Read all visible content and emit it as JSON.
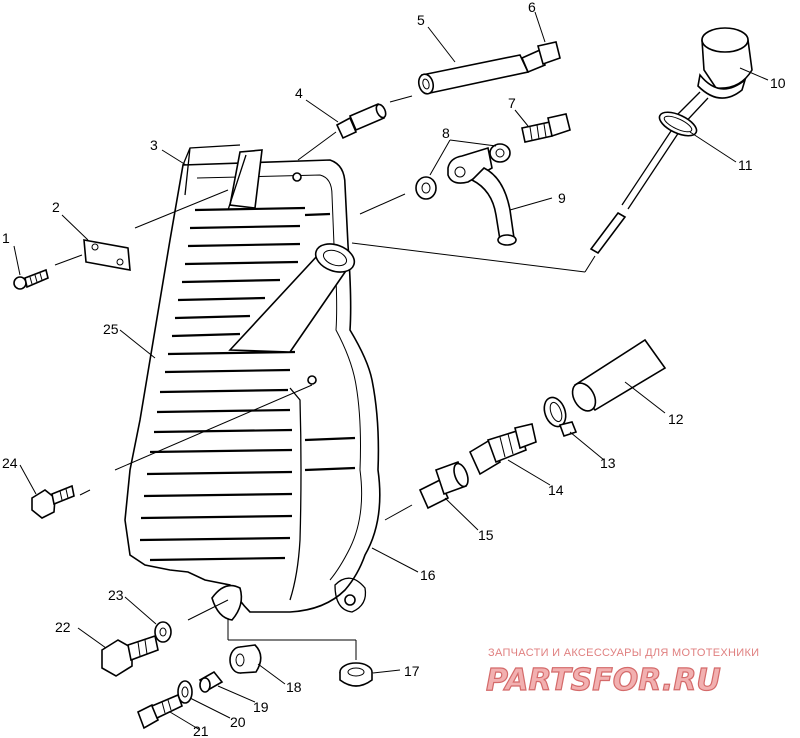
{
  "callouts": [
    {
      "id": "1",
      "label": "1"
    },
    {
      "id": "2",
      "label": "2"
    },
    {
      "id": "3",
      "label": "3"
    },
    {
      "id": "4",
      "label": "4"
    },
    {
      "id": "5",
      "label": "5"
    },
    {
      "id": "6",
      "label": "6"
    },
    {
      "id": "7",
      "label": "7"
    },
    {
      "id": "8",
      "label": "8"
    },
    {
      "id": "9",
      "label": "9"
    },
    {
      "id": "10",
      "label": "10"
    },
    {
      "id": "11",
      "label": "11"
    },
    {
      "id": "12",
      "label": "12"
    },
    {
      "id": "13",
      "label": "13"
    },
    {
      "id": "14",
      "label": "14"
    },
    {
      "id": "15",
      "label": "15"
    },
    {
      "id": "16",
      "label": "16"
    },
    {
      "id": "17",
      "label": "17"
    },
    {
      "id": "18",
      "label": "18"
    },
    {
      "id": "19",
      "label": "19"
    },
    {
      "id": "20",
      "label": "20"
    },
    {
      "id": "21",
      "label": "21"
    },
    {
      "id": "22",
      "label": "22"
    },
    {
      "id": "23",
      "label": "23"
    },
    {
      "id": "24",
      "label": "24"
    },
    {
      "id": "25",
      "label": "25"
    }
  ],
  "watermark": {
    "tagline": "ЗАПЧАСТИ И АКСЕССУАРЫ ДЛЯ МОТОТЕХНИКИ",
    "brand": "PARTSFOR.RU",
    "color": "#e08080"
  }
}
